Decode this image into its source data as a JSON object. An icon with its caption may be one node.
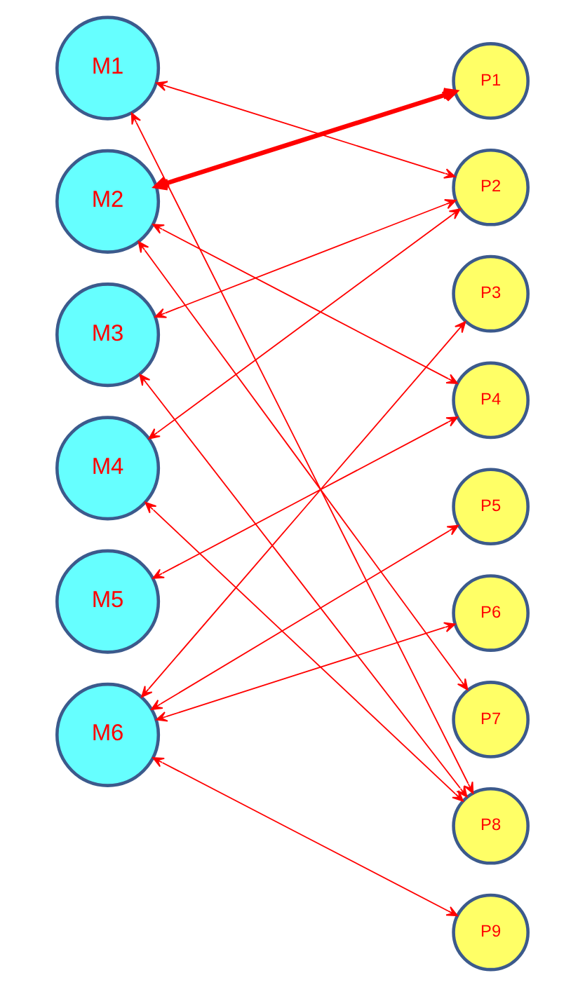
{
  "diagram": {
    "nodes": [
      {
        "text": [
          "M1"
        ]
      },
      {
        "text": [
          "M2"
        ]
      },
      {
        "text": [
          "M3"
        ]
      },
      {
        "text": [
          "M4"
        ]
      },
      {
        "text": [
          "M5"
        ]
      },
      {
        "text": [
          "M6"
        ]
      },
      {
        "text": [
          "P1"
        ]
      },
      {
        "text": [
          "P2"
        ]
      },
      {
        "text": [
          "P3"
        ]
      },
      {
        "text": [
          "P4"
        ]
      },
      {
        "text": [
          "P5"
        ]
      },
      {
        "text": [
          "P6"
        ]
      },
      {
        "text": [
          "P7"
        ]
      },
      {
        "text": [
          "P8"
        ]
      },
      {
        "text": [
          "P9"
        ]
      }
    ],
    "edges": [
      {
        "from": 0,
        "to": 7,
        "arrow": "both"
      },
      {
        "from": 0,
        "to": 13,
        "arrow": "both"
      },
      {
        "from": 1,
        "to": 6,
        "arrow": "both",
        "style": "thick"
      },
      {
        "from": 1,
        "to": 9,
        "arrow": "both"
      },
      {
        "from": 1,
        "to": 12,
        "arrow": "both"
      },
      {
        "from": 2,
        "to": 7,
        "arrow": "both"
      },
      {
        "from": 2,
        "to": 13,
        "arrow": "both"
      },
      {
        "from": 3,
        "to": 7,
        "arrow": "both"
      },
      {
        "from": 3,
        "to": 13,
        "arrow": "both"
      },
      {
        "from": 4,
        "to": 9,
        "arrow": "both"
      },
      {
        "from": 5,
        "to": 8,
        "arrow": "both"
      },
      {
        "from": 5,
        "to": 10,
        "arrow": "both"
      },
      {
        "from": 5,
        "to": 11,
        "arrow": "both"
      },
      {
        "from": 5,
        "to": 14,
        "arrow": "both"
      }
    ]
  }
}
